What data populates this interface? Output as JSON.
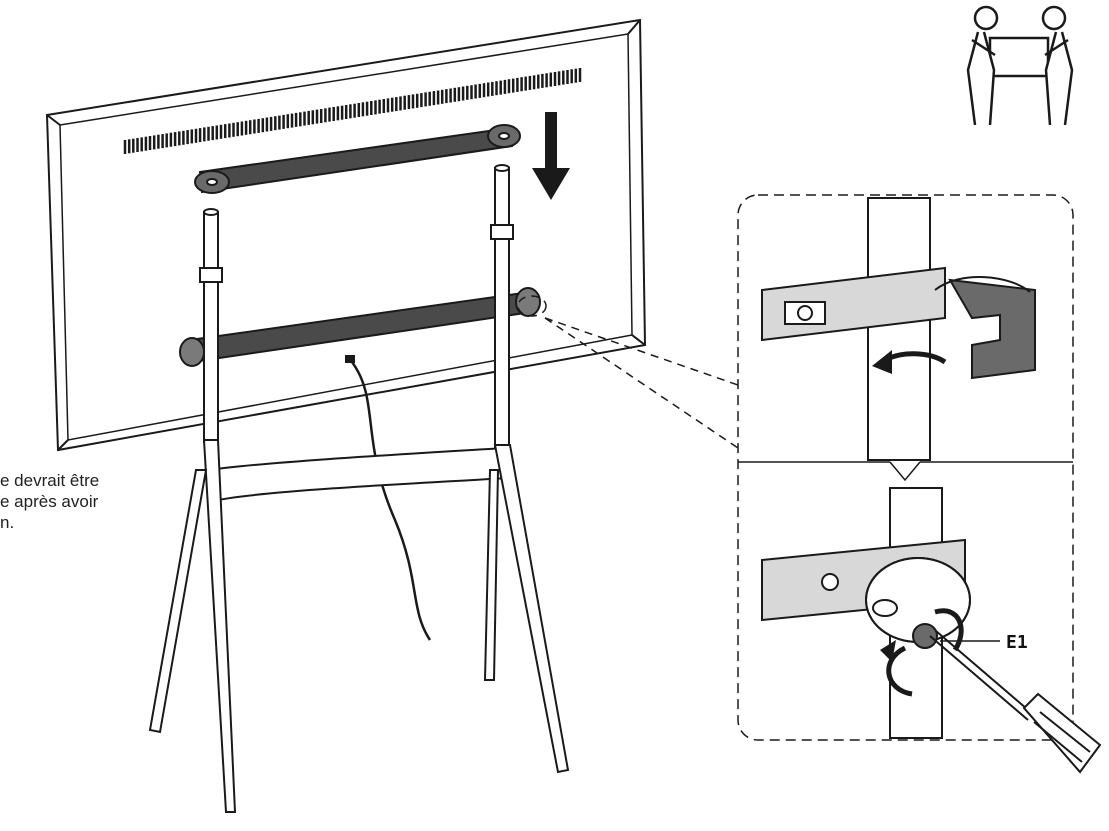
{
  "note_lines": [
    "e devrait être",
    "e après avoir",
    "n."
  ],
  "callout_label": "E1",
  "colors": {
    "line": "#1a1a1a",
    "fill": "#ffffff",
    "bracket": "#3a3a3a",
    "grey": "#8a8a8a"
  },
  "icons": [
    "two-person-lift-icon",
    "down-arrow-icon",
    "curved-arrow-icon",
    "rotate-arrow-icon",
    "screwdriver-icon"
  ]
}
